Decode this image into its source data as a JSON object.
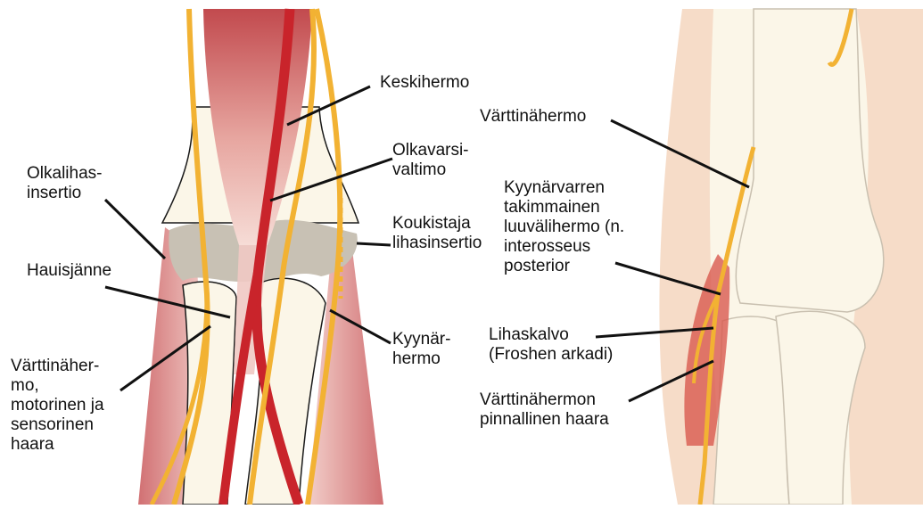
{
  "labels": {
    "keskihermo": "Keskihermo",
    "olkavarsivaltimo": "Olkavarsi-\nvaltimo",
    "olkalihasinsertio": "Olkalihas-\ninsertio",
    "koukistaja": "Koukistaja\nlihasinsertio",
    "hauisjanne": "Hauisjänne",
    "kyynarhermo": "Kyynär-\nhermo",
    "varttinahermo_left": "Värttinäher-\nmo,\nmotorinen ja\nsensorinen\nhaara",
    "varttinahermo_right": "Värttinähermo",
    "takimmainen": "Kyynärvarren\ntakimmainen\nluuvälihermo (n.\ninterosseus\nposterior",
    "lihaskalvo": "Lihaskalvo\n(Froshen arkadi)",
    "pinnallinen": "Värttinähermon\npinnallinen haara"
  },
  "colors": {
    "nerve": "#f2b233",
    "artery": "#c9242b",
    "muscle": "#c9575a",
    "bone": "#fbf6e8",
    "cartilage": "#c8c1b4",
    "skin": "#f6dcc8",
    "outline": "#1a1a1a"
  }
}
